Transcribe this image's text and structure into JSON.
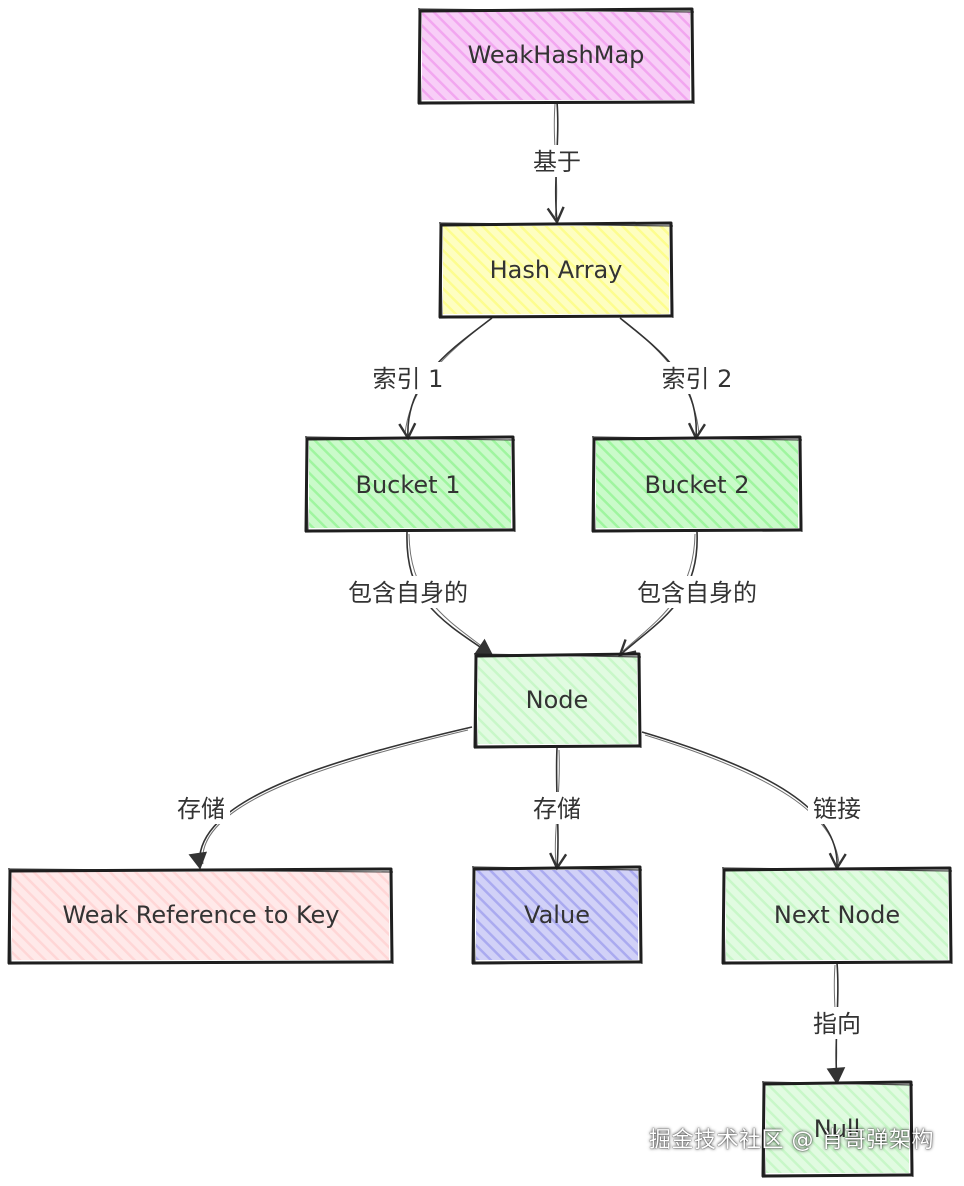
{
  "colors": {
    "weakhashmap": "#f2a6f0",
    "hash_array": "#fdfd8e",
    "green": "#9ff59f",
    "green_light": "#c8f7c8",
    "weak_ref": "#ffd6d6",
    "value": "#aaaaf0",
    "stroke": "#1e1e1e",
    "edge": "#333333"
  },
  "nodes": {
    "weakhashmap": "WeakHashMap",
    "hash_array": "Hash Array",
    "bucket1": "Bucket 1",
    "bucket2": "Bucket 2",
    "node": "Node",
    "weak_ref": "Weak Reference to Key",
    "value": "Value",
    "next_node": "Next Node",
    "null": "Null"
  },
  "edges": {
    "based_on": "基于",
    "index1": "索引 1",
    "index2": "索引 2",
    "contains1": "包含自身的",
    "contains2": "包含自身的",
    "store1": "存储",
    "store2": "存储",
    "link": "链接",
    "points_to": "指向"
  },
  "watermark": "掘金技术社区 @ 肖哥弹架构"
}
